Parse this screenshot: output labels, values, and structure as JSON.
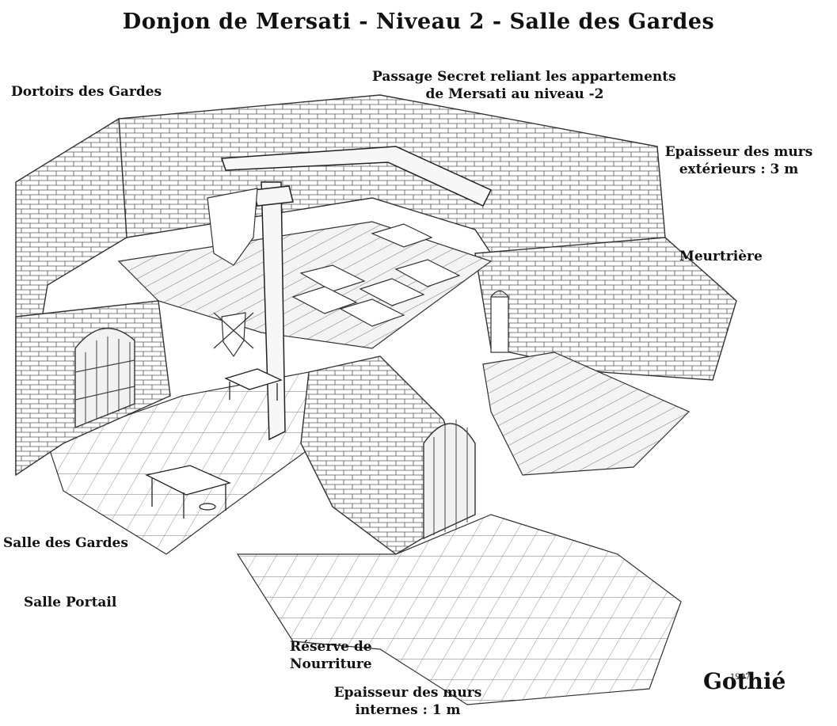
{
  "title": "Donjon de Mersati - Niveau 2 - Salle des Gardes",
  "labels": {
    "dortoirs": "Dortoirs des Gardes",
    "passage_line1": "Passage Secret reliant les appartements",
    "passage_line2": "de Mersati au niveau -2",
    "epaisseur_ext_line1": "Epaisseur des murs",
    "epaisseur_ext_line2": "extérieurs : 3 m",
    "meurtriere": "Meurtrière",
    "salle_gardes": "Salle des Gardes",
    "salle_portail": "Salle Portail",
    "reserve_line1": "Réserve de",
    "reserve_line2": "Nourriture",
    "epaisseur_int_line1": "Epaisseur des murs",
    "epaisseur_int_line2": "internes : 1 m"
  },
  "signature": {
    "name": "Gothié",
    "year": "1997"
  },
  "colors": {
    "ink": "#222222",
    "paper": "#ffffff",
    "shade": "#e6e6e6"
  }
}
